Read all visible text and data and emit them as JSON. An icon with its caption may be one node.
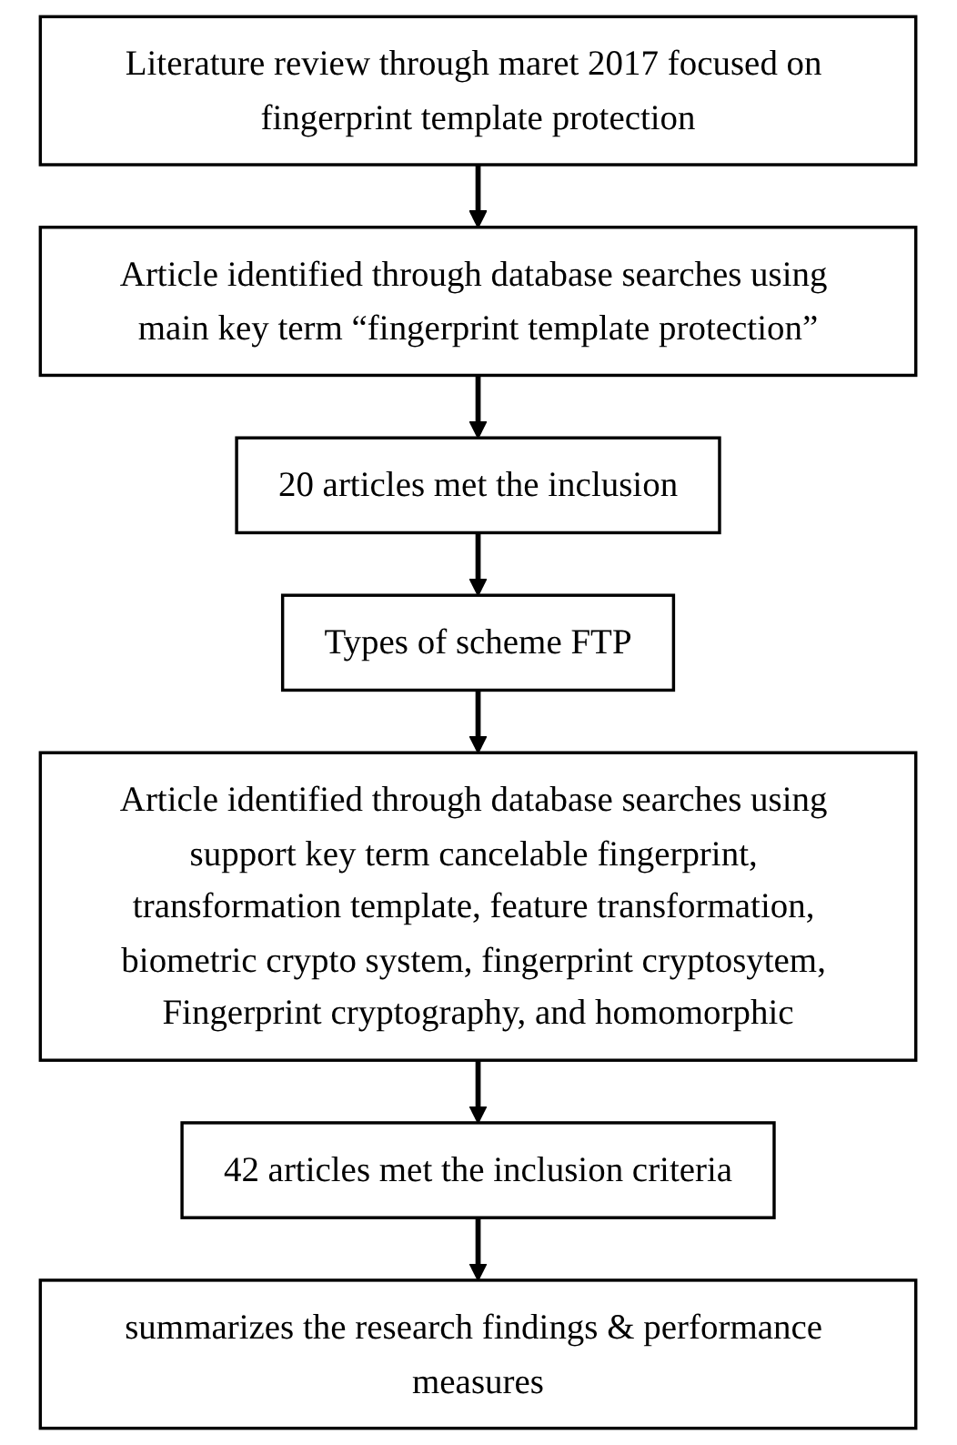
{
  "diagram": {
    "nodes": [
      {
        "text": [
          "Literature review through maret 2017 focused on fingerprint template protection"
        ]
      },
      {
        "text": [
          "Article identified through database searches using main key term “fingerprint template protection”"
        ]
      },
      {
        "text": [
          "20 articles met the inclusion"
        ]
      },
      {
        "text": [
          "Types of scheme FTP"
        ]
      },
      {
        "text": [
          "Article identified through database searches using support key term cancelable fingerprint, transformation template, feature transformation, biometric crypto system, fingerprint cryptosytem, Fingerprint cryptography, and homomorphic"
        ]
      },
      {
        "text": [
          "42 articles met the inclusion criteria"
        ]
      },
      {
        "text": [
          "summarizes the research findings & performance measures"
        ]
      }
    ],
    "edges": [
      {
        "from": 0,
        "to": 1,
        "arrow": "to"
      },
      {
        "from": 1,
        "to": 2,
        "arrow": "to"
      },
      {
        "from": 2,
        "to": 3,
        "arrow": "to"
      },
      {
        "from": 3,
        "to": 4,
        "arrow": "to"
      },
      {
        "from": 4,
        "to": 5,
        "arrow": "to"
      },
      {
        "from": 5,
        "to": 6,
        "arrow": "to"
      }
    ]
  }
}
